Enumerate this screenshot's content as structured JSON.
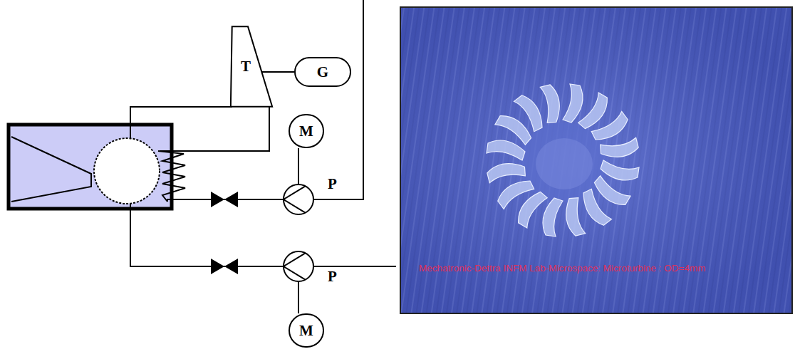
{
  "diagram": {
    "nodes": [
      {
        "text": [
          "T"
        ]
      },
      {
        "text": [
          "G"
        ]
      },
      {
        "text": [
          "M"
        ]
      },
      {
        "text": [
          "P"
        ]
      },
      {
        "text": [
          "P"
        ]
      },
      {
        "text": [
          "M"
        ]
      }
    ],
    "edges": [
      {
        "from": 0,
        "to": 1,
        "arrow": "none"
      },
      {
        "from": 2,
        "to": 3,
        "arrow": "none"
      },
      {
        "from": 4,
        "to": 5,
        "arrow": "none"
      }
    ],
    "labels": [
      "Mechatronic-Dettra INFM Lab-Microspace: Microturbine : OD=4mm"
    ]
  }
}
